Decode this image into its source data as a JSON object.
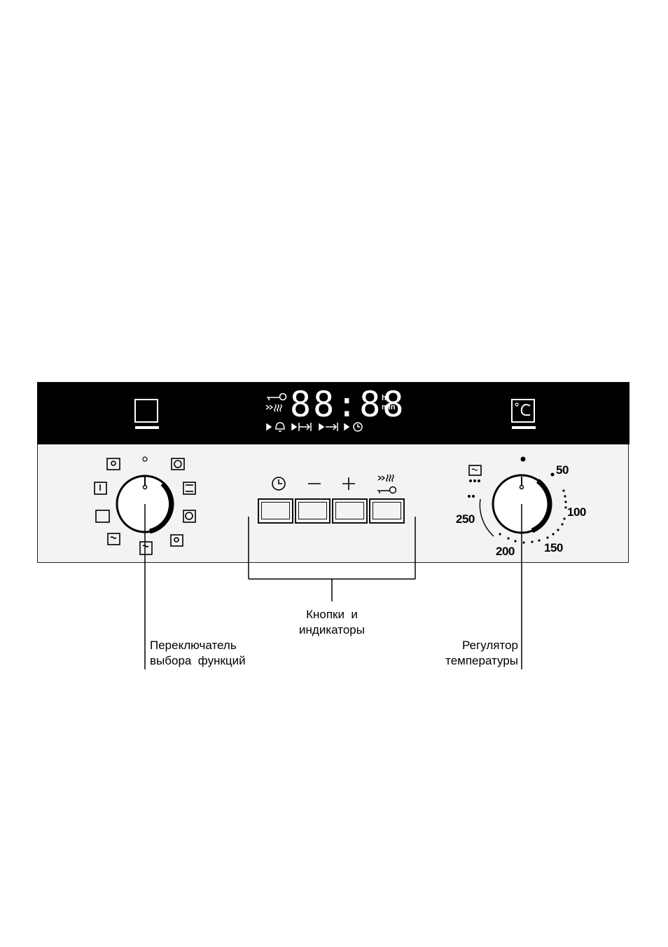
{
  "display": {
    "digits": "88:88",
    "unit_hours": "h",
    "unit_minutes": "min"
  },
  "buttons": [
    {
      "symbol": "clock-icon"
    },
    {
      "symbol": "minus-icon"
    },
    {
      "symbol": "plus-icon"
    },
    {
      "symbol": "fast-heat-lock-icon"
    }
  ],
  "temperature_scale": [
    "50",
    "100",
    "150",
    "200",
    "250"
  ],
  "callouts": {
    "buttons_label": "Кнопки  и\nиндикаторы",
    "function_selector_label": "Переключатель\nвыбора  функций",
    "temperature_label": "Регулятор\nтемпературы"
  }
}
